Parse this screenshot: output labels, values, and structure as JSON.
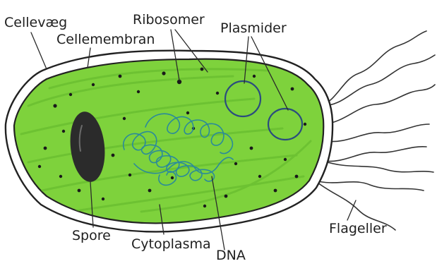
{
  "labels": {
    "cell_wall": "Cellevæg",
    "cell_membrane": "Cellemembran",
    "ribosomes": "Ribosomer",
    "plasmids": "Plasmider",
    "spore": "Spore",
    "cytoplasm": "Cytoplasma",
    "dna": "DNA",
    "flagella": "Flageller"
  },
  "colors": {
    "cytoplasm": "#7ed23c",
    "cytoplasm_dark": "#5fb52a",
    "membrane": "#222222",
    "spore": "#2b2b2b",
    "plasmid": "#2b4c7e",
    "dna": "#2a8a9a",
    "ribosome": "#1a1a1a"
  }
}
